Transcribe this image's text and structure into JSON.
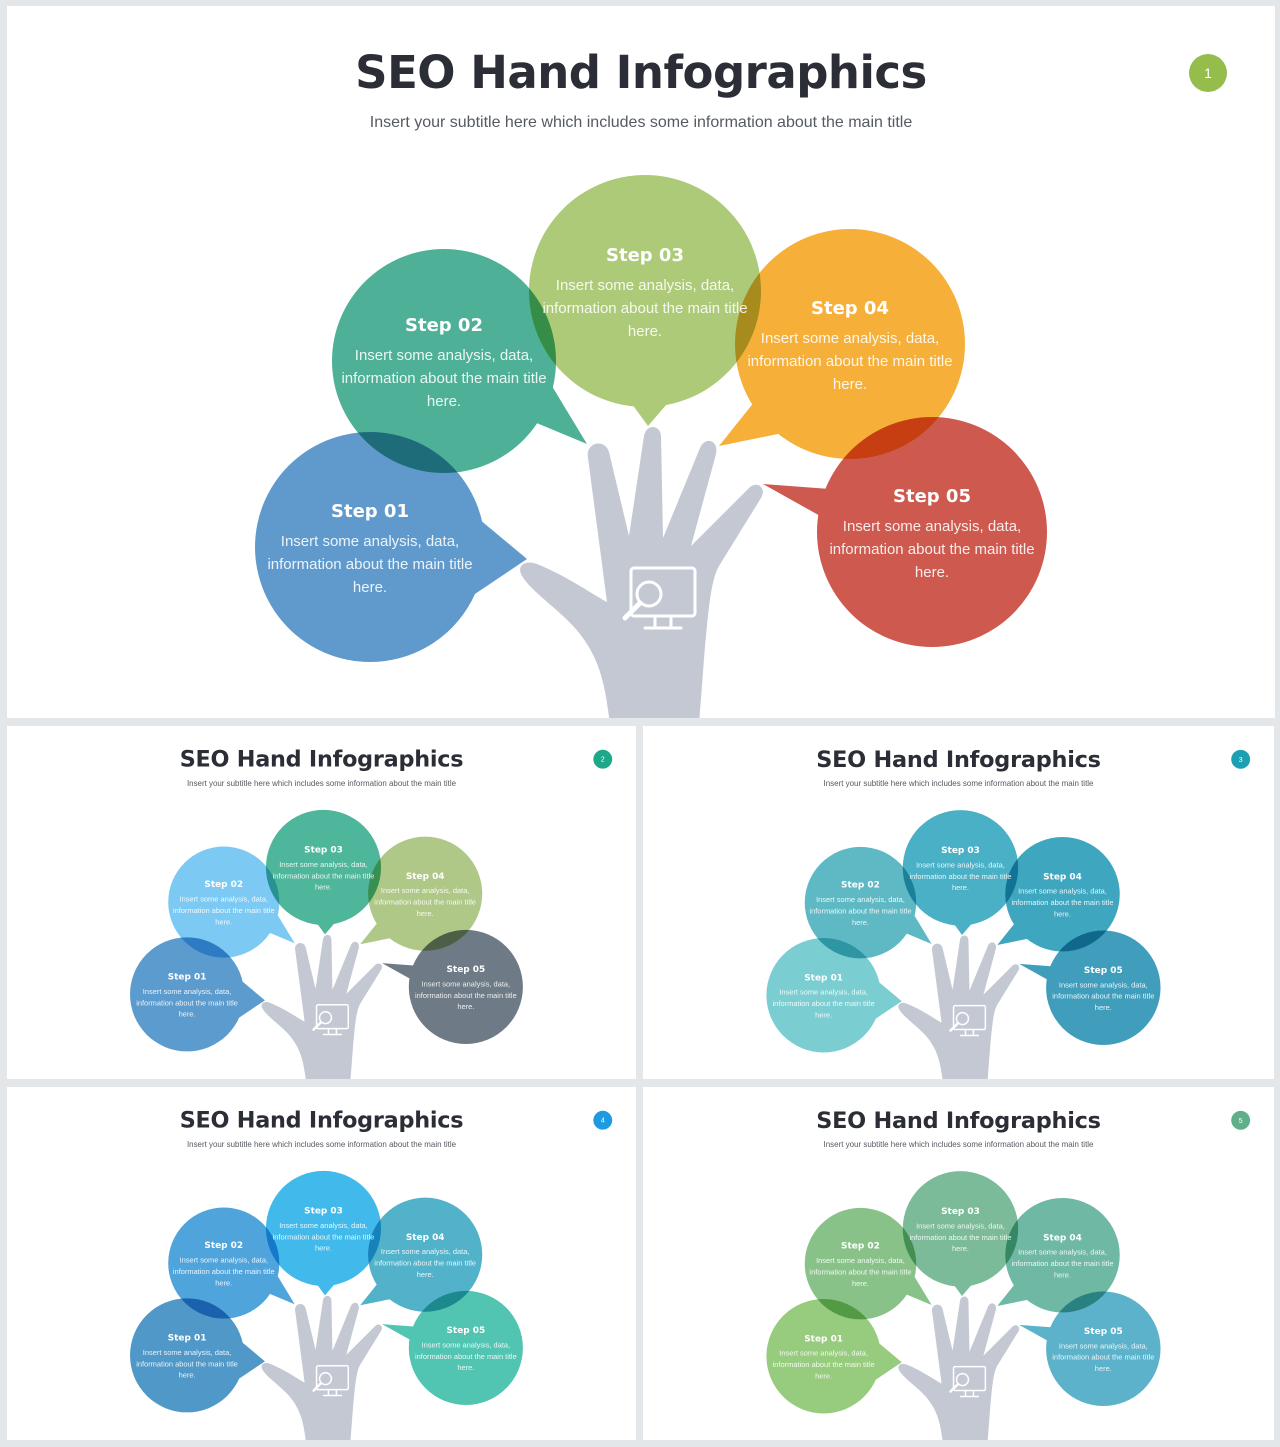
{
  "slides": [
    {
      "title": "SEO Hand Infographics",
      "subtitle": "Insert your subtitle here which includes some information about the main title",
      "page_number": "1",
      "badge_color": "#94bd4c",
      "steps": [
        {
          "label": "Step 01",
          "desc": "Insert some analysis, data, information about the main title here.",
          "color": "#4f8fc7"
        },
        {
          "label": "Step 02",
          "desc": "Insert some analysis, data, information about the main title here.",
          "color": "#3aa98c"
        },
        {
          "label": "Step 03",
          "desc": "Insert some analysis, data, information about the main title here.",
          "color": "#a4c46a"
        },
        {
          "label": "Step 04",
          "desc": "Insert some analysis, data, information about the main title here.",
          "color": "#f5a623"
        },
        {
          "label": "Step 05",
          "desc": "Insert some analysis, data, information about the main title here.",
          "color": "#c9473a"
        }
      ]
    },
    {
      "title": "SEO Hand Infographics",
      "subtitle": "Insert your subtitle here which includes some information about the main title",
      "page_number": "2",
      "badge_color": "#1ea88a",
      "steps": [
        {
          "label": "Step 01",
          "desc": "Insert some analysis, data, information about the main title here.",
          "color": "#4a90c8"
        },
        {
          "label": "Step 02",
          "desc": "Insert some analysis, data, information about the main title here.",
          "color": "#6ec4f2"
        },
        {
          "label": "Step 03",
          "desc": "Insert some analysis, data, information about the main title here.",
          "color": "#3aae8f"
        },
        {
          "label": "Step 04",
          "desc": "Insert some analysis, data, information about the main title here.",
          "color": "#a7c27a"
        },
        {
          "label": "Step 05",
          "desc": "Insert some analysis, data, information about the main title here.",
          "color": "#5e6b78"
        }
      ]
    },
    {
      "title": "SEO Hand Infographics",
      "subtitle": "Insert your subtitle here which includes some information about the main title",
      "page_number": "3",
      "badge_color": "#1d9fb3",
      "steps": [
        {
          "label": "Step 01",
          "desc": "Insert some analysis, data, information about the main title here.",
          "color": "#6bc8cc"
        },
        {
          "label": "Step 02",
          "desc": "Insert some analysis, data, information about the main title here.",
          "color": "#4db2bf"
        },
        {
          "label": "Step 03",
          "desc": "Insert some analysis, data, information about the main title here.",
          "color": "#36a8c0"
        },
        {
          "label": "Step 04",
          "desc": "Insert some analysis, data, information about the main title here.",
          "color": "#2a9cb8"
        },
        {
          "label": "Step 05",
          "desc": "Insert some analysis, data, information about the main title here.",
          "color": "#2b93b5"
        }
      ]
    },
    {
      "title": "SEO Hand Infographics",
      "subtitle": "Insert your subtitle here which includes some information about the main title",
      "page_number": "4",
      "badge_color": "#1e9be0",
      "steps": [
        {
          "label": "Step 01",
          "desc": "Insert some analysis, data, information about the main title here.",
          "color": "#3d8dc2"
        },
        {
          "label": "Step 02",
          "desc": "Insert some analysis, data, information about the main title here.",
          "color": "#3d9ad8"
        },
        {
          "label": "Step 03",
          "desc": "Insert some analysis, data, information about the main title here.",
          "color": "#2cb2e8"
        },
        {
          "label": "Step 04",
          "desc": "Insert some analysis, data, information about the main title here.",
          "color": "#3faac4"
        },
        {
          "label": "Step 05",
          "desc": "Insert some analysis, data, information about the main title here.",
          "color": "#3fbeaa"
        }
      ]
    },
    {
      "title": "SEO Hand Infographics",
      "subtitle": "Insert your subtitle here which includes some information about the main title",
      "page_number": "5",
      "badge_color": "#5fb089",
      "steps": [
        {
          "label": "Step 01",
          "desc": "Insert some analysis, data, information about the main title here.",
          "color": "#8cc670"
        },
        {
          "label": "Step 02",
          "desc": "Insert some analysis, data, information about the main title here.",
          "color": "#7cbc7c"
        },
        {
          "label": "Step 03",
          "desc": "Insert some analysis, data, information about the main title here.",
          "color": "#6cb48e"
        },
        {
          "label": "Step 04",
          "desc": "Insert some analysis, data, information about the main title here.",
          "color": "#5fb09a"
        },
        {
          "label": "Step 05",
          "desc": "Insert some analysis, data, information about the main title here.",
          "color": "#4aaac4"
        }
      ]
    }
  ]
}
